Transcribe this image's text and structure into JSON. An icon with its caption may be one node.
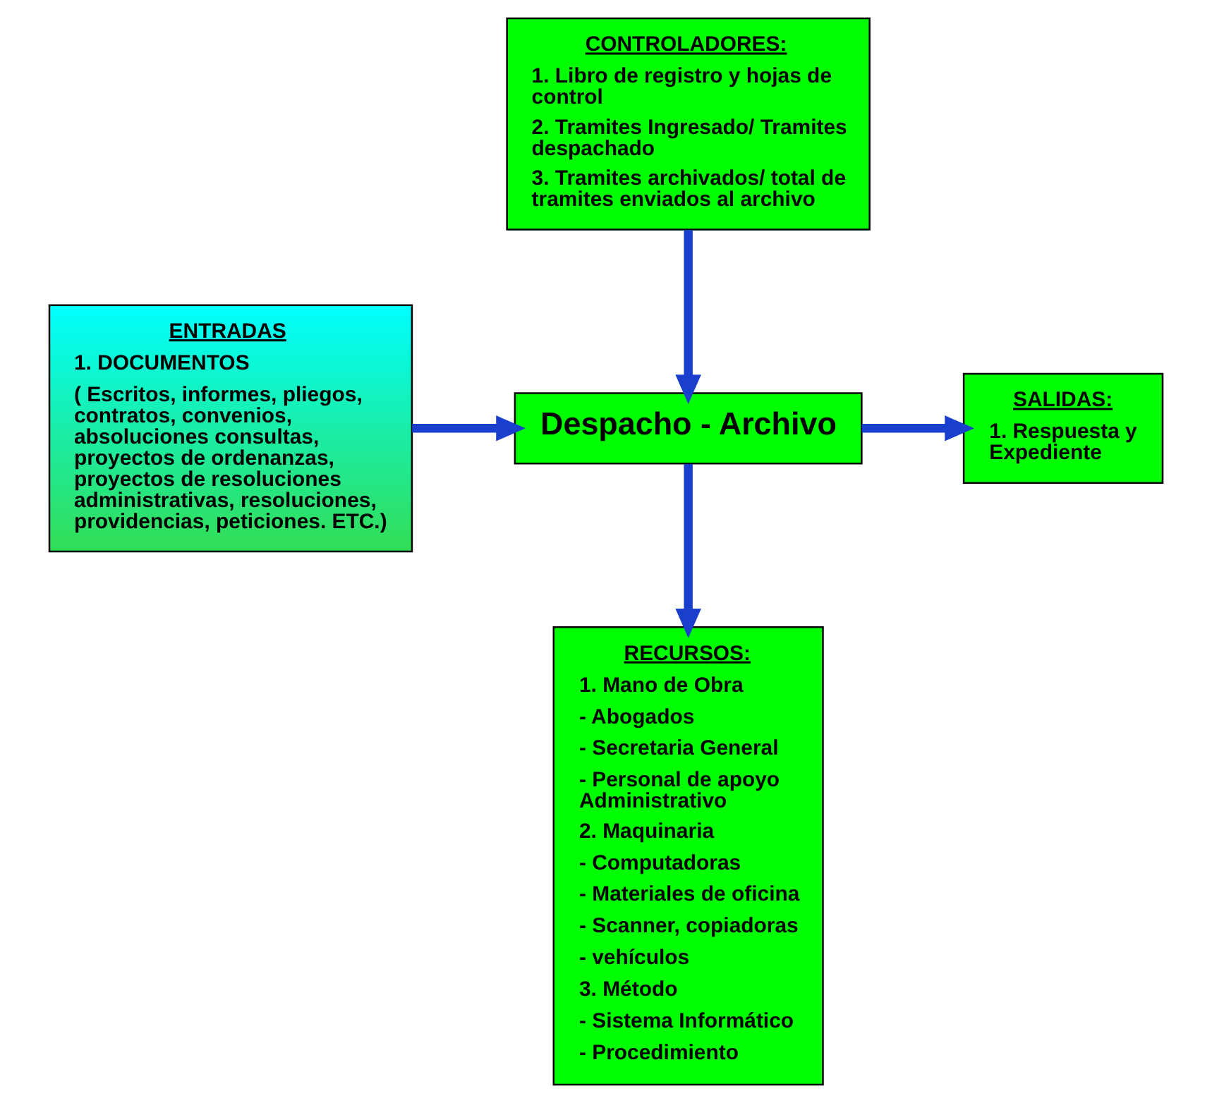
{
  "diagram": {
    "nodes": [
      {
        "text": [
          "CONTROLADORES:",
          "1. Libro de registro y hojas de control",
          "2. Tramites Ingresado/ Tramites despachado",
          "3. Tramites archivados/ total de tramites enviados al archivo"
        ]
      },
      {
        "text": [
          "ENTRADAS",
          "1. DOCUMENTOS",
          "( Escritos, informes, pliegos, contratos, convenios, absoluciones consultas, proyectos de ordenanzas, proyectos de resoluciones administrativas, resoluciones, providencias, peticiones. ETC.)"
        ]
      },
      {
        "text": [
          "Despacho - Archivo"
        ]
      },
      {
        "text": [
          "SALIDAS:",
          "1. Respuesta y Expediente"
        ]
      },
      {
        "text": [
          "RECURSOS:",
          "1. Mano de Obra",
          "- Abogados",
          "- Secretaria General",
          "- Personal de apoyo Administrativo",
          "2. Maquinaria",
          "- Computadoras",
          "- Materiales de oficina",
          "- Scanner, copiadoras",
          "- vehículos",
          "3. Método",
          "- Sistema Informático",
          "- Procedimiento"
        ]
      }
    ],
    "edges": [
      {
        "from": 0,
        "to": 2,
        "arrow": "to"
      },
      {
        "from": 1,
        "to": 2,
        "arrow": "to"
      },
      {
        "from": 2,
        "to": 3,
        "arrow": "to"
      },
      {
        "from": 2,
        "to": 4,
        "arrow": "to"
      }
    ]
  }
}
